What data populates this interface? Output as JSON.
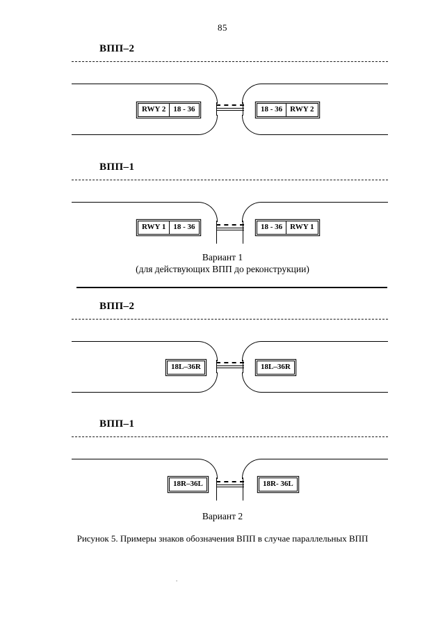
{
  "page": {
    "number": "85",
    "figure_caption": "Рисунок 5. Примеры знаков обозначения ВПП в случае параллельных ВПП",
    "footer_mark": "."
  },
  "variants": [
    {
      "id": "variant-1",
      "caption_title": "Вариант 1",
      "caption_subtitle": "(для действующих ВПП до реконструкции)",
      "runways": [
        {
          "id": "vpp-2",
          "label": "ВПП–2",
          "sign_left": {
            "cells": [
              "RWY 2",
              "18 - 36"
            ]
          },
          "sign_right": {
            "cells": [
              "18 - 36",
              "RWY 2"
            ]
          }
        },
        {
          "id": "vpp-1",
          "label": "ВПП–1",
          "sign_left": {
            "cells": [
              "RWY 1",
              "18 - 36"
            ]
          },
          "sign_right": {
            "cells": [
              "18 - 36",
              "RWY 1"
            ]
          }
        }
      ]
    },
    {
      "id": "variant-2",
      "caption_title": "Вариант 2",
      "caption_subtitle": "",
      "runways": [
        {
          "id": "vpp-2",
          "label": "ВПП–2",
          "sign_left": {
            "cells": [
              "18L–36R"
            ]
          },
          "sign_right": {
            "cells": [
              "18L–36R"
            ]
          }
        },
        {
          "id": "vpp-1",
          "label": "ВПП–1",
          "sign_left": {
            "cells": [
              "18R–36L"
            ]
          },
          "sign_right": {
            "cells": [
              "18R- 36L"
            ]
          }
        }
      ]
    }
  ],
  "colors": {
    "ink": "#000000",
    "paper": "#ffffff"
  }
}
